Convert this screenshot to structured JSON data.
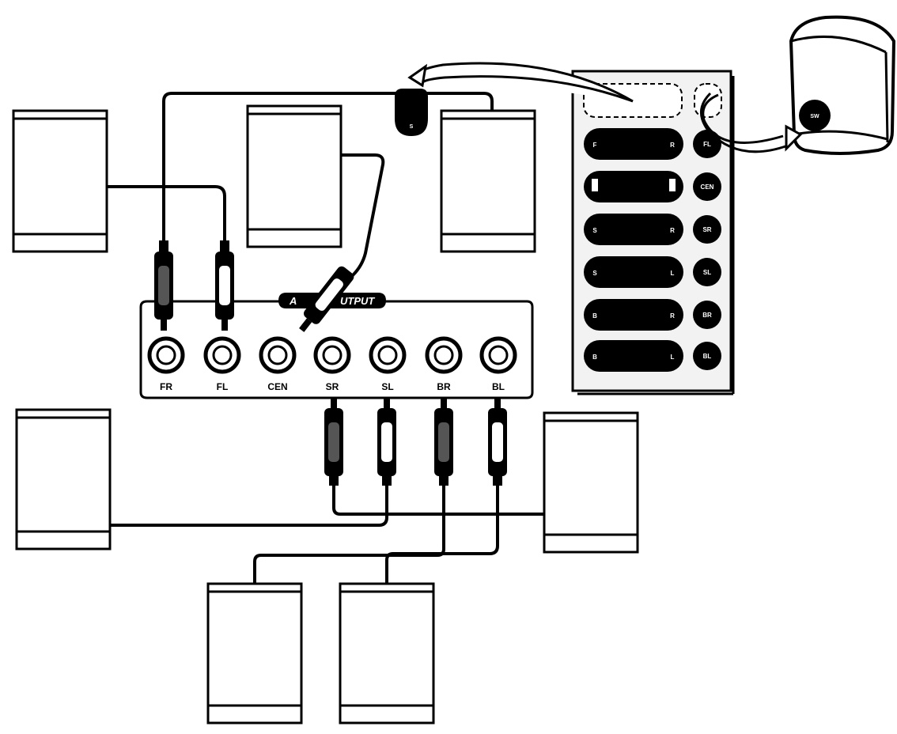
{
  "panel": {
    "title_left": "A",
    "title_right": "UTPUT",
    "jacks": [
      {
        "label": "FR"
      },
      {
        "label": "FL"
      },
      {
        "label": "CEN"
      },
      {
        "label": "SR"
      },
      {
        "label": "SL"
      },
      {
        "label": "BR"
      },
      {
        "label": "BL"
      }
    ]
  },
  "subwoofer_badge": "S",
  "remote": {
    "rows": [
      {
        "left": "F",
        "right": "R",
        "side": "FL"
      },
      {
        "left": "",
        "right": "",
        "side": "CEN"
      },
      {
        "left": "S",
        "right": "R",
        "side": "SR"
      },
      {
        "left": "S",
        "right": "L",
        "side": "SL"
      },
      {
        "left": "B",
        "right": "R",
        "side": "BR"
      },
      {
        "left": "B",
        "right": "L",
        "side": "BL"
      }
    ]
  },
  "cube_badge": "SW",
  "colors": {
    "ink": "#000000",
    "paper": "#ffffff",
    "remote_body": "#f2f2f2",
    "plug_dark": "#555555"
  }
}
